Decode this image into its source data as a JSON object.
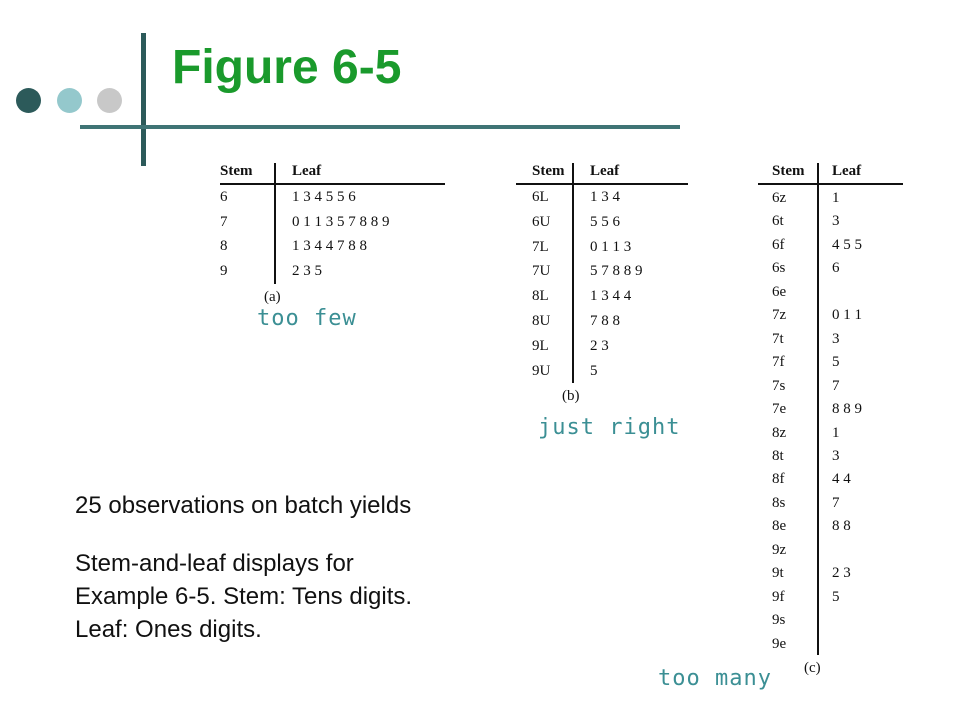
{
  "slide": {
    "title": "Figure 6-5",
    "decor_colors": [
      "#2c5a5a",
      "#94c8cc",
      "#c8c8c8"
    ]
  },
  "tables": [
    {
      "caption": "(a)",
      "label": "too few",
      "header": {
        "stem": "Stem",
        "leaf": "Leaf"
      },
      "rows": [
        {
          "stem": "6",
          "leaf": "1 3 4 5 5 6"
        },
        {
          "stem": "7",
          "leaf": "0 1 1 3 5 7 8 8 9"
        },
        {
          "stem": "8",
          "leaf": "1 3 4 4 7 8 8"
        },
        {
          "stem": "9",
          "leaf": "2 3 5"
        }
      ]
    },
    {
      "caption": "(b)",
      "label": "just right",
      "header": {
        "stem": "Stem",
        "leaf": "Leaf"
      },
      "rows": [
        {
          "stem": "6L",
          "leaf": "1 3 4"
        },
        {
          "stem": "6U",
          "leaf": "5 5 6"
        },
        {
          "stem": "7L",
          "leaf": "0 1 1 3"
        },
        {
          "stem": "7U",
          "leaf": "5 7 8 8 9"
        },
        {
          "stem": "8L",
          "leaf": "1 3 4 4"
        },
        {
          "stem": "8U",
          "leaf": "7 8 8"
        },
        {
          "stem": "9L",
          "leaf": "2 3"
        },
        {
          "stem": "9U",
          "leaf": "5"
        }
      ]
    },
    {
      "caption": "(c)",
      "label": "too many",
      "header": {
        "stem": "Stem",
        "leaf": "Leaf"
      },
      "rows": [
        {
          "stem": "6z",
          "leaf": "1"
        },
        {
          "stem": "6t",
          "leaf": "3"
        },
        {
          "stem": "6f",
          "leaf": "4 5 5"
        },
        {
          "stem": "6s",
          "leaf": "6"
        },
        {
          "stem": "6e",
          "leaf": ""
        },
        {
          "stem": "7z",
          "leaf": "0 1 1"
        },
        {
          "stem": "7t",
          "leaf": "3"
        },
        {
          "stem": "7f",
          "leaf": "5"
        },
        {
          "stem": "7s",
          "leaf": "7"
        },
        {
          "stem": "7e",
          "leaf": "8 8 9"
        },
        {
          "stem": "8z",
          "leaf": "1"
        },
        {
          "stem": "8t",
          "leaf": "3"
        },
        {
          "stem": "8f",
          "leaf": "4 4"
        },
        {
          "stem": "8s",
          "leaf": "7"
        },
        {
          "stem": "8e",
          "leaf": "8 8"
        },
        {
          "stem": "9z",
          "leaf": ""
        },
        {
          "stem": "9t",
          "leaf": "2 3"
        },
        {
          "stem": "9f",
          "leaf": "5"
        },
        {
          "stem": "9s",
          "leaf": ""
        },
        {
          "stem": "9e",
          "leaf": ""
        }
      ]
    }
  ],
  "text": {
    "observations": "25 observations on batch yields",
    "caption_lines": [
      "Stem-and-leaf displays for",
      "Example 6-5.  Stem: Tens digits.",
      "Leaf: Ones digits."
    ]
  }
}
